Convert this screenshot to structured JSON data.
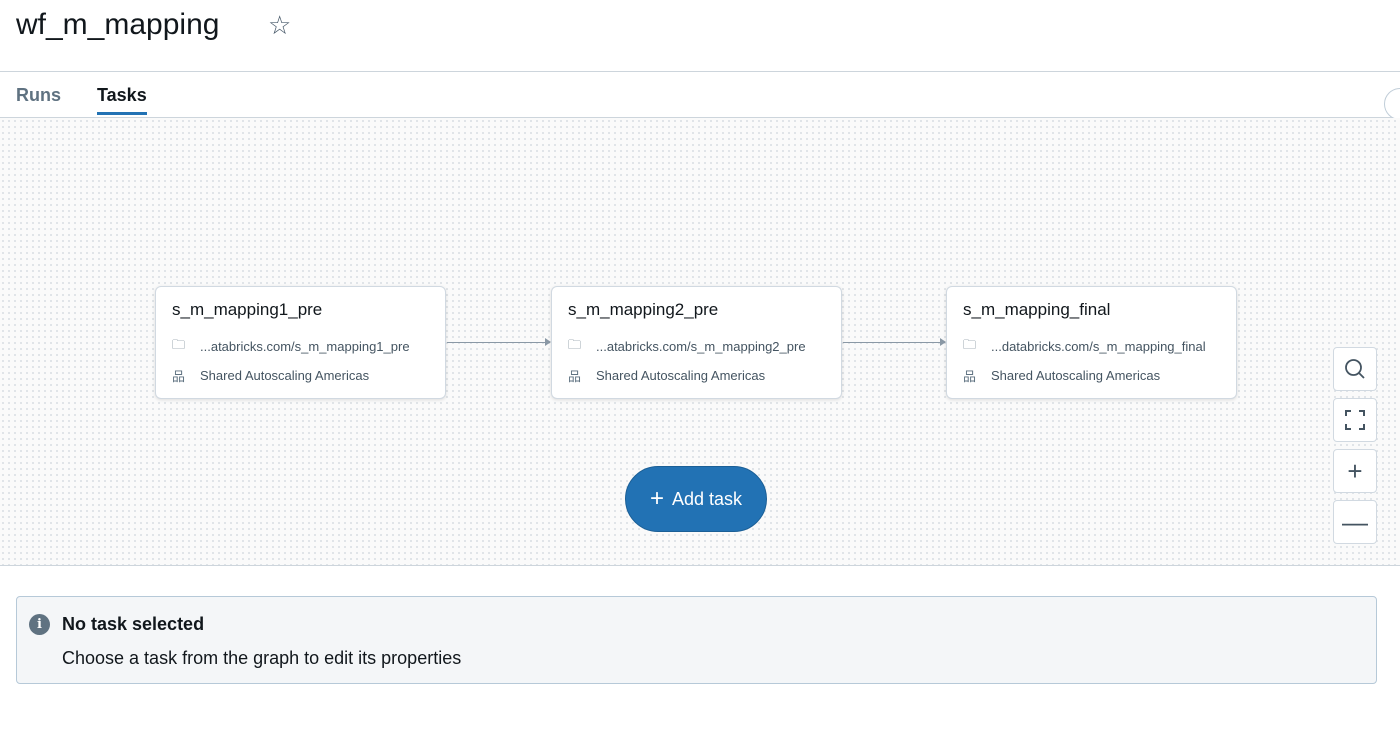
{
  "header": {
    "title": "wf_m_mapping",
    "favorite_icon": "star-icon"
  },
  "tabs": [
    {
      "label": "Runs",
      "active": false
    },
    {
      "label": "Tasks",
      "active": true
    }
  ],
  "graph": {
    "nodes": [
      {
        "name": "s_m_mapping1_pre",
        "path": "...atabricks.com/s_m_mapping1_pre",
        "cluster": "Shared Autoscaling Americas"
      },
      {
        "name": "s_m_mapping2_pre",
        "path": "...atabricks.com/s_m_mapping2_pre",
        "cluster": "Shared Autoscaling Americas"
      },
      {
        "name": "s_m_mapping_final",
        "path": "...databricks.com/s_m_mapping_final",
        "cluster": "Shared Autoscaling Americas"
      }
    ],
    "add_task_label": "Add task",
    "accent": "#2272b4"
  },
  "info": {
    "title": "No task selected",
    "description": "Choose a task from the graph to edit its properties"
  }
}
